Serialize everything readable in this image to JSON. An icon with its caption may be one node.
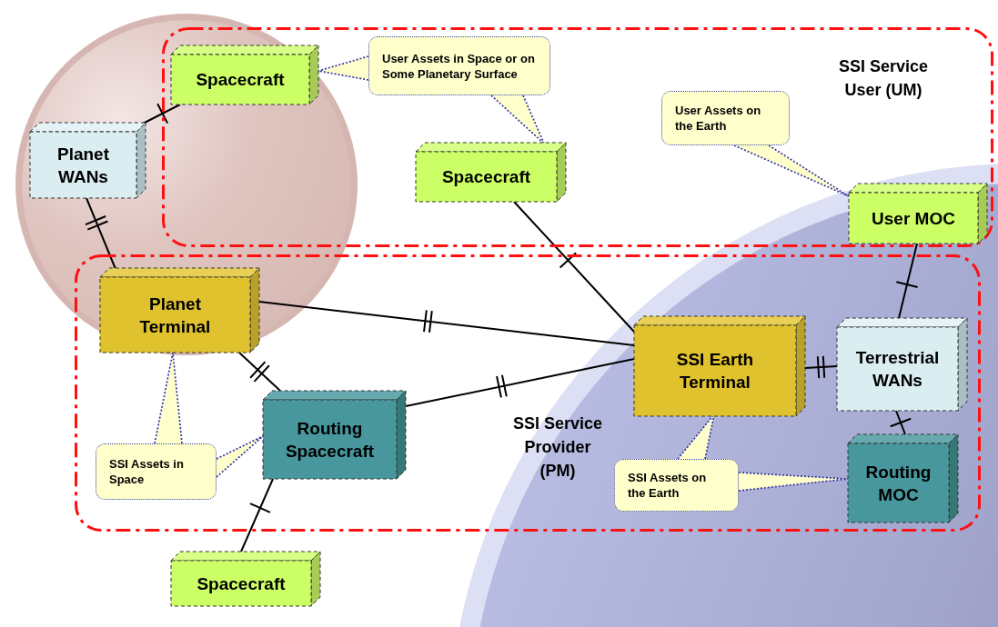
{
  "diagram": {
    "nodes": [
      {
        "text": [
          "SSI Service User (UM)"
        ]
      },
      {
        "text": [
          "SSI Service Provider (PM)"
        ]
      },
      {
        "text": [
          "Spacecraft"
        ],
        "in": 0
      },
      {
        "text": [
          "Spacecraft"
        ],
        "in": 0
      },
      {
        "text": [
          "User MOC"
        ],
        "in": 0
      },
      {
        "text": [
          "Planet WANs"
        ]
      },
      {
        "text": [
          "Planet Terminal"
        ],
        "in": 1
      },
      {
        "text": [
          "Routing Spacecraft"
        ],
        "in": 1
      },
      {
        "text": [
          "SSI Earth Terminal"
        ],
        "in": 1
      },
      {
        "text": [
          "Terrestrial WANs"
        ],
        "in": 1
      },
      {
        "text": [
          "Routing MOC"
        ],
        "in": 1
      },
      {
        "text": [
          "Spacecraft"
        ]
      },
      {
        "text": [
          "User Assets in Space or on Some Planetary Surface"
        ],
        "in": 0
      },
      {
        "text": [
          "User Assets on the Earth"
        ],
        "in": 0
      },
      {
        "text": [
          "SSI Assets in Space"
        ],
        "in": 1
      },
      {
        "text": [
          "SSI Assets on the Earth"
        ],
        "in": 1
      }
    ],
    "edges": [
      {
        "from": 5,
        "to": 2,
        "arrow": "none"
      },
      {
        "from": 5,
        "to": 6,
        "arrow": "none"
      },
      {
        "from": 6,
        "to": 8,
        "arrow": "none"
      },
      {
        "from": 6,
        "to": 7,
        "arrow": "none"
      },
      {
        "from": 7,
        "to": 8,
        "arrow": "none"
      },
      {
        "from": 3,
        "to": 8,
        "arrow": "none"
      },
      {
        "from": 4,
        "to": 9,
        "arrow": "none"
      },
      {
        "from": 8,
        "to": 9,
        "arrow": "none"
      },
      {
        "from": 9,
        "to": 10,
        "arrow": "none"
      },
      {
        "from": 7,
        "to": 11,
        "arrow": "none"
      },
      {
        "from": 12,
        "to": 2,
        "arrow": "none",
        "style": "dashed",
        "color": "#3333aa"
      },
      {
        "from": 12,
        "to": 3,
        "arrow": "none",
        "style": "dashed",
        "color": "#3333aa"
      },
      {
        "from": 13,
        "to": 4,
        "arrow": "none",
        "style": "dashed",
        "color": "#3333aa"
      },
      {
        "from": 14,
        "to": 6,
        "arrow": "none",
        "style": "dashed",
        "color": "#3333aa"
      },
      {
        "from": 14,
        "to": 7,
        "arrow": "none",
        "style": "dashed",
        "color": "#3333aa"
      },
      {
        "from": 15,
        "to": 8,
        "arrow": "none",
        "style": "dashed",
        "color": "#3333aa"
      },
      {
        "from": 15,
        "to": 10,
        "arrow": "none",
        "style": "dashed",
        "color": "#3333aa"
      }
    ]
  }
}
